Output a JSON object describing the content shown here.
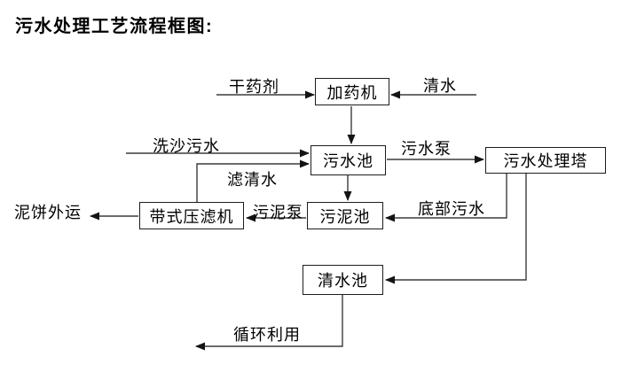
{
  "title": "污水处理工艺流程框图:",
  "colors": {
    "line": "#3c3c3c",
    "arrowhead": "#141414",
    "box_border": "#1c1c1c",
    "text": "#000000",
    "background": "#ffffff"
  },
  "diagram": {
    "nodes": [
      {
        "id": "dosing-machine",
        "label": "加药机"
      },
      {
        "id": "sewage-pool",
        "label": "污水池"
      },
      {
        "id": "sewage-treatment-tower",
        "label": "污水处理塔"
      },
      {
        "id": "sludge-pool",
        "label": "污泥池"
      },
      {
        "id": "belt-filter-press",
        "label": "带式压滤机"
      },
      {
        "id": "clean-water-pool",
        "label": "清水池"
      }
    ],
    "edges": [
      {
        "from": "干药剂(外部)",
        "to": "加药机",
        "label": "干药剂"
      },
      {
        "from": "清水(外部)",
        "to": "加药机",
        "label": "清水"
      },
      {
        "from": "加药机",
        "to": "污水池",
        "label": ""
      },
      {
        "from": "洗沙污水(外部)",
        "to": "污水池",
        "label": "洗沙污水"
      },
      {
        "from": "带式压滤机",
        "to": "污水池",
        "label": "滤清水"
      },
      {
        "from": "污水池",
        "to": "污水处理塔",
        "label": "污水泵"
      },
      {
        "from": "污水池",
        "to": "污泥池",
        "label": ""
      },
      {
        "from": "污水处理塔",
        "to": "污泥池",
        "label": "底部污水"
      },
      {
        "from": "污水处理塔",
        "to": "清水池",
        "label": ""
      },
      {
        "from": "污泥池",
        "to": "带式压滤机",
        "label": "污泥泵"
      },
      {
        "from": "带式压滤机",
        "to": "泥饼外运",
        "label": "泥饼外运"
      },
      {
        "from": "清水池",
        "to": "循环利用",
        "label": "循环利用"
      }
    ]
  }
}
